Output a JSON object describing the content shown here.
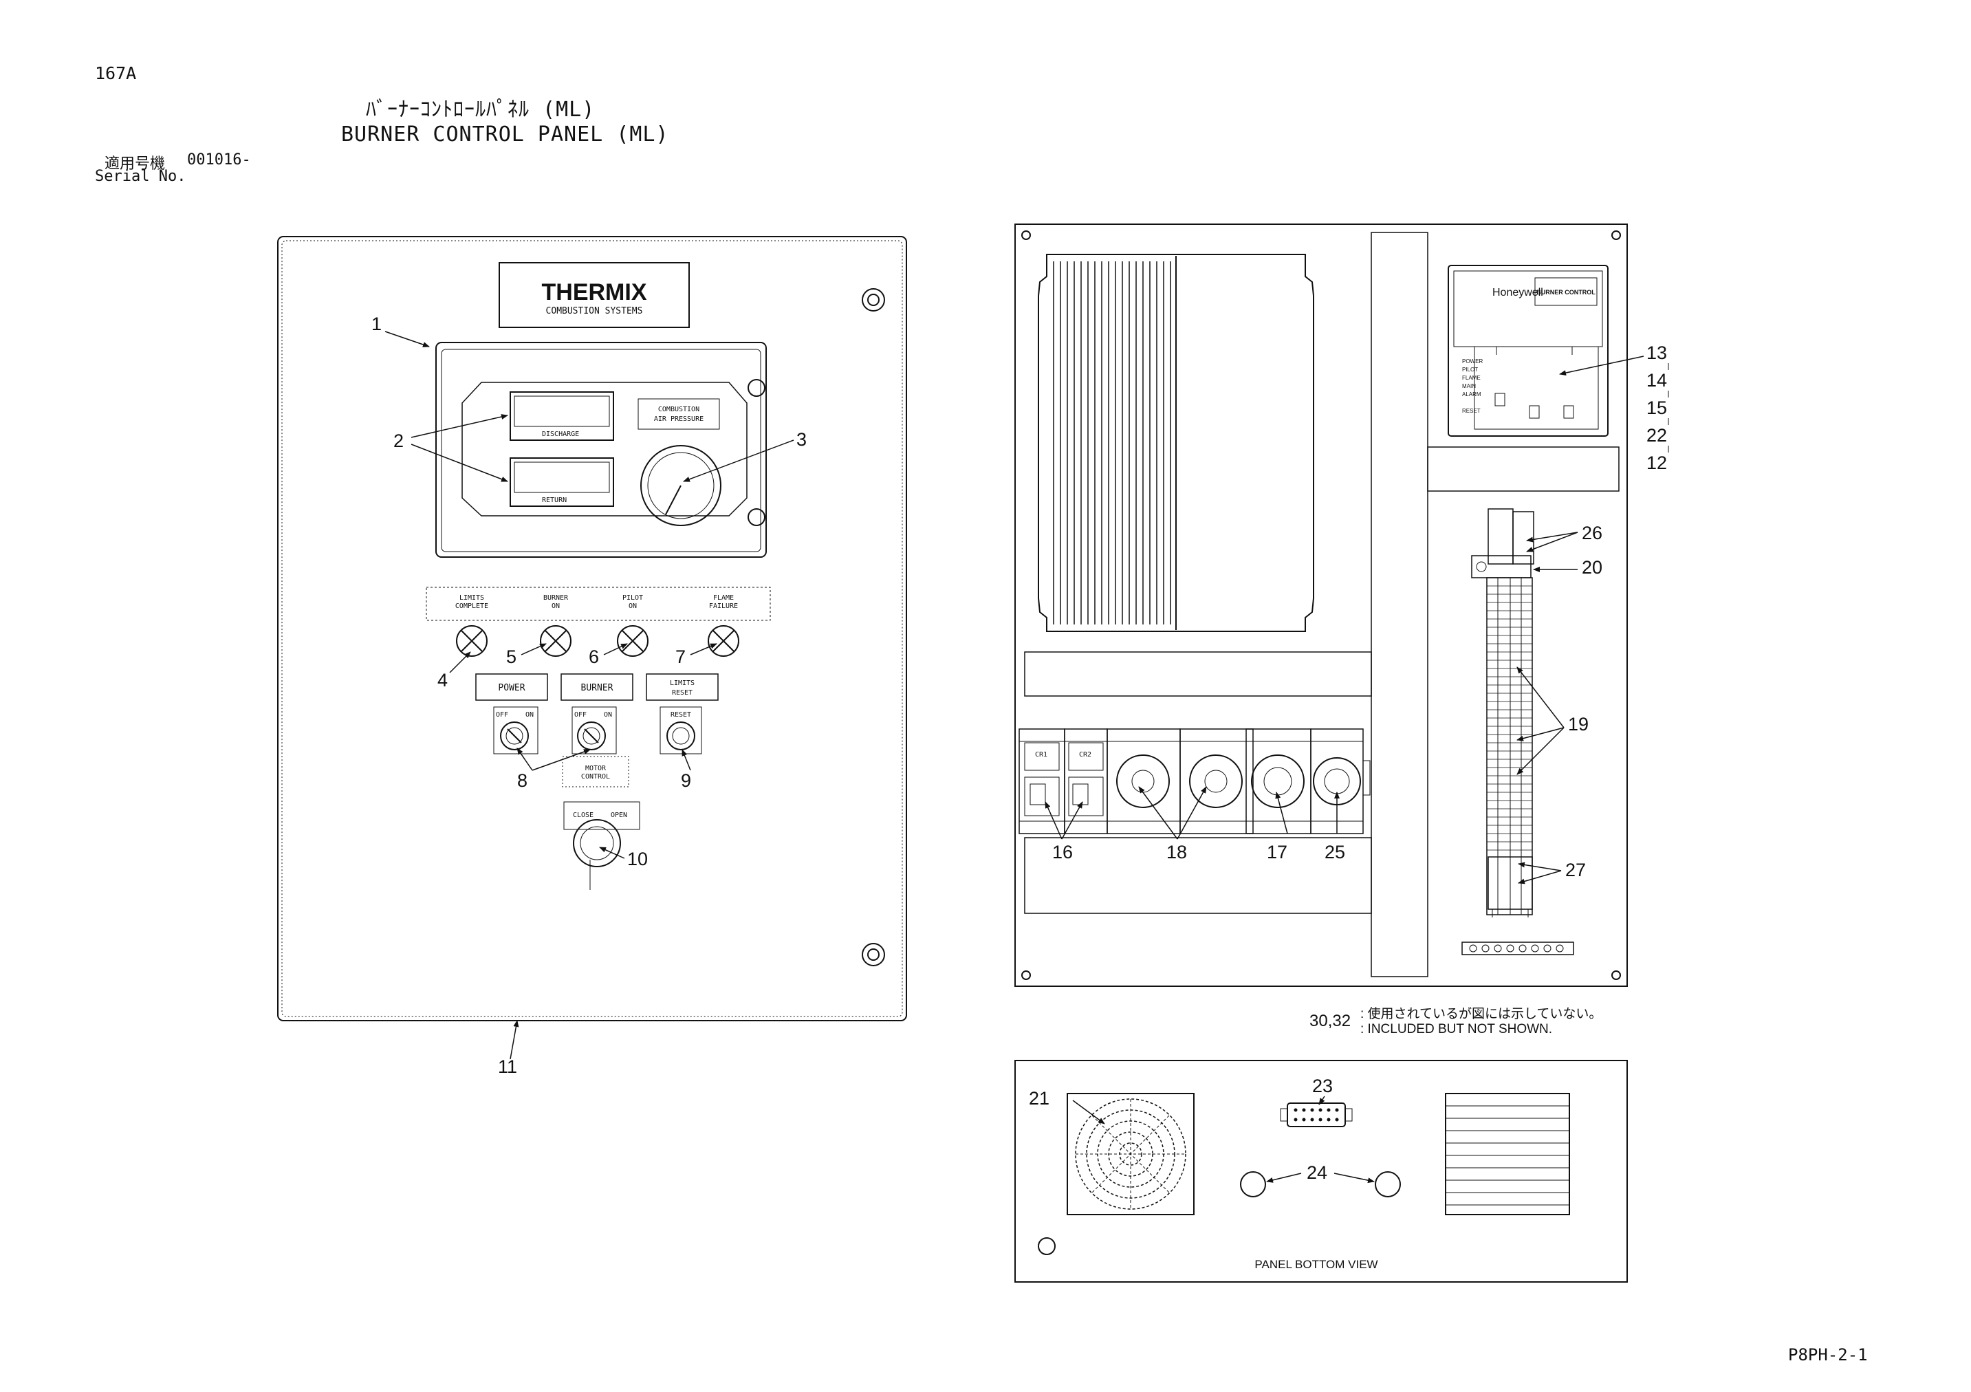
{
  "header": {
    "page": "167A",
    "title_jp": "ﾊﾞｰﾅｰｺﾝﾄﾛｰﾙﾊﾟﾈﾙ (ML)",
    "title_en": "BURNER CONTROL PANEL (ML)",
    "serial_label_jp": "適用号機",
    "serial_number": "001016-",
    "serial_label_en": "Serial No."
  },
  "front_panel": {
    "brand": "THERMIX",
    "brand_sub": "COMBUSTION SYSTEMS",
    "gauge_labels": [
      "DISCHARGE",
      "RETURN"
    ],
    "pressure_label_1": "COMBUSTION",
    "pressure_label_2": "AIR PRESSURE",
    "indicator_labels": [
      [
        "LIMITS",
        "COMPLETE"
      ],
      [
        "BURNER",
        "ON"
      ],
      [
        "PILOT",
        "ON"
      ],
      [
        "FLAME",
        "FAILURE"
      ]
    ],
    "switch_labels": [
      "POWER",
      "BURNER"
    ],
    "reset_label_1": "LIMITS",
    "reset_label_2": "RESET",
    "switch_states": [
      "OFF",
      "ON"
    ],
    "reset_button": "RESET",
    "motor_label_1": "MOTOR",
    "motor_label_2": "CONTROL",
    "valve_states": [
      "CLOSE",
      "OPEN"
    ]
  },
  "interior": {
    "controller_brand": "Honeywell",
    "controller_label": "BURNER CONTROL",
    "controller_leds": [
      "POWER",
      "PILOT",
      "FLAME",
      "MAIN",
      "ALARM",
      "RESET"
    ],
    "relays": [
      "CR1",
      "CR2"
    ]
  },
  "note": {
    "parts": "30,32",
    "text_jp": ": 使用されているが図には示していない。",
    "text_en": ": INCLUDED BUT NOT SHOWN."
  },
  "bottom_view": {
    "label": "PANEL BOTTOM VIEW"
  },
  "callouts": {
    "c1": "1",
    "c2": "2",
    "c3": "3",
    "c4": "4",
    "c5": "5",
    "c6": "6",
    "c7": "7",
    "c8": "8",
    "c9": "9",
    "c10": "10",
    "c11": "11",
    "c12": "12",
    "c13": "13",
    "c14": "14",
    "c15": "15",
    "c16": "16",
    "c17": "17",
    "c18": "18",
    "c19": "19",
    "c20": "20",
    "c21": "21",
    "c22": "22",
    "c23": "23",
    "c24": "24",
    "c25": "25",
    "c26": "26",
    "c27": "27"
  },
  "footer": {
    "code": "P8PH-2-1"
  }
}
